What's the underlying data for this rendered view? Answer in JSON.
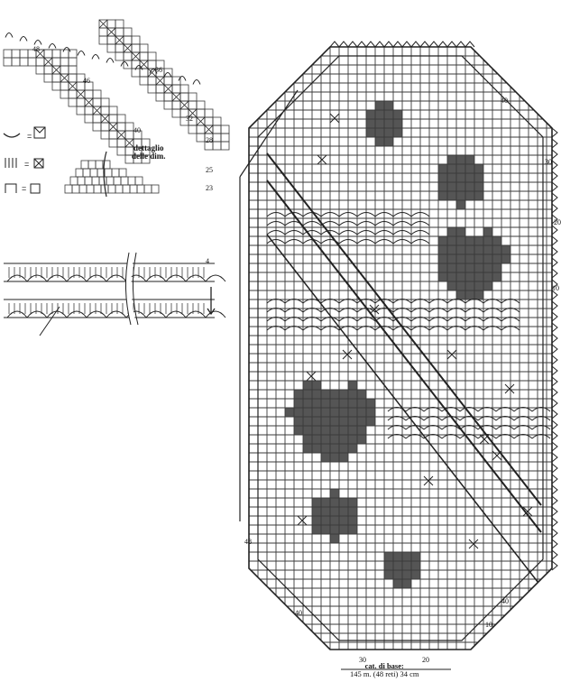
{
  "detail_caption": {
    "line1": "dettaglio",
    "line2": "delle dim."
  },
  "base_caption": {
    "line1": "cat. di base:",
    "line2": "145 m. (48 reti) 34 cm"
  },
  "corner_numbers": [
    "48",
    "46",
    "36",
    "32",
    "28",
    "40",
    "25",
    "23"
  ],
  "scale_numbers": {
    "top_right": "40",
    "right_30": "30",
    "right_20": "20",
    "right_10": "10",
    "left_48": "48",
    "bottom_40_left": "40",
    "bottom_40_right": "40",
    "bottom_10": "10",
    "bottom_30": "30",
    "bottom_20": "20"
  },
  "row_label": "4",
  "legend": {
    "eq": "="
  },
  "colors": {
    "ink": "#222222",
    "grid": "#3a3a3a",
    "fill": "#555555"
  }
}
